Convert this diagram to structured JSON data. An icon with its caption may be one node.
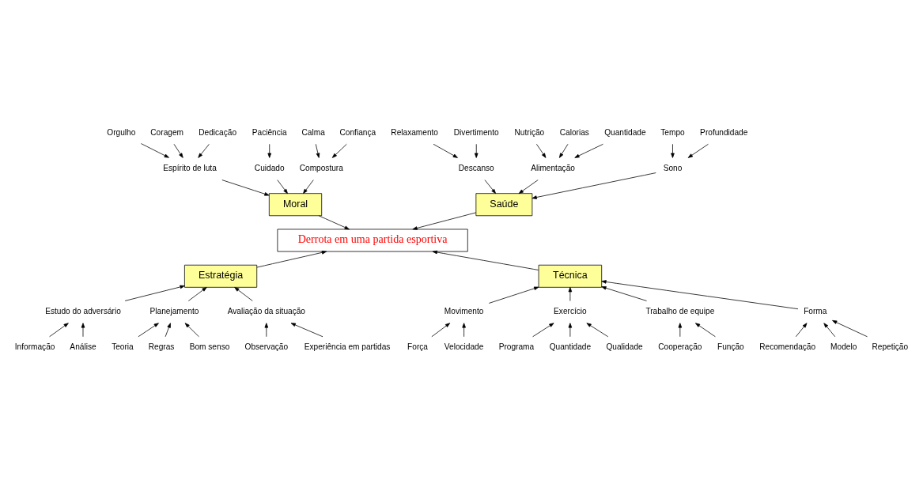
{
  "diagram": {
    "nodes": [
      {
        "text": [
          "Saúde"
        ]
      },
      {
        "text": [
          "Moral"
        ]
      },
      {
        "text": [
          "Relaxamento"
        ]
      },
      {
        "text": [
          "Descanso"
        ]
      },
      {
        "text": [
          "Divertimento"
        ]
      },
      {
        "text": [
          "Nutrição"
        ]
      },
      {
        "text": [
          "Calorias"
        ]
      },
      {
        "text": [
          "Alimentação"
        ]
      },
      {
        "text": [
          "Quantidade"
        ]
      },
      {
        "text": [
          "Tempo"
        ]
      },
      {
        "text": [
          "Sono"
        ]
      },
      {
        "text": [
          "Profundidade"
        ]
      },
      {
        "text": [
          "Orgulho"
        ]
      },
      {
        "text": [
          "Coragem"
        ]
      },
      {
        "text": [
          "Espírito de luta"
        ]
      },
      {
        "text": [
          "Dedicação"
        ]
      },
      {
        "text": [
          "Paciência"
        ]
      },
      {
        "text": [
          "Cuidado"
        ]
      },
      {
        "text": [
          "Calma"
        ]
      },
      {
        "text": [
          "Compostura"
        ]
      },
      {
        "text": [
          "Confiança"
        ]
      },
      {
        "text": [
          "Derrota em uma partida esportiva"
        ]
      },
      {
        "text": [
          "Informação"
        ]
      },
      {
        "text": [
          "Estudo do adversário"
        ]
      },
      {
        "text": [
          "Análise"
        ]
      },
      {
        "text": [
          "Teoria"
        ]
      },
      {
        "text": [
          "Planejamento"
        ]
      },
      {
        "text": [
          "Regras"
        ]
      },
      {
        "text": [
          "Bom senso"
        ]
      },
      {
        "text": [
          "Observação"
        ]
      },
      {
        "text": [
          "Avaliação da situação"
        ]
      },
      {
        "text": [
          "Experiência em partidas"
        ]
      },
      {
        "text": [
          "Estratégia"
        ]
      },
      {
        "text": [
          "Força"
        ]
      },
      {
        "text": [
          "Movimento"
        ]
      },
      {
        "text": [
          "Velocidade"
        ]
      },
      {
        "text": [
          "Programa"
        ]
      },
      {
        "text": [
          "Exercício"
        ]
      },
      {
        "text": [
          "Quantidade"
        ]
      },
      {
        "text": [
          "Qualidade"
        ]
      },
      {
        "text": [
          "Cooperação"
        ]
      },
      {
        "text": [
          "Trabalho de equipe"
        ]
      },
      {
        "text": [
          "Função"
        ]
      },
      {
        "text": [
          "Recomendação"
        ]
      },
      {
        "text": [
          "Forma"
        ]
      },
      {
        "text": [
          "Modelo"
        ]
      },
      {
        "text": [
          "Repetição"
        ]
      },
      {
        "text": [
          "Técnica"
        ]
      }
    ],
    "edges": [
      {
        "from": 0,
        "to": 21,
        "arrow": "to"
      },
      {
        "from": 1,
        "to": 21,
        "arrow": "to"
      },
      {
        "from": 32,
        "to": 21,
        "arrow": "to"
      },
      {
        "from": 47,
        "to": 21,
        "arrow": "to"
      },
      {
        "from": 2,
        "to": 3,
        "arrow": "to"
      },
      {
        "from": 4,
        "to": 3,
        "arrow": "to"
      },
      {
        "from": 3,
        "to": 0,
        "arrow": "to"
      },
      {
        "from": 5,
        "to": 7,
        "arrow": "to"
      },
      {
        "from": 6,
        "to": 7,
        "arrow": "to"
      },
      {
        "from": 8,
        "to": 7,
        "arrow": "to"
      },
      {
        "from": 7,
        "to": 0,
        "arrow": "to"
      },
      {
        "from": 9,
        "to": 10,
        "arrow": "to"
      },
      {
        "from": 11,
        "to": 10,
        "arrow": "to"
      },
      {
        "from": 10,
        "to": 0,
        "arrow": "to"
      },
      {
        "from": 12,
        "to": 14,
        "arrow": "to"
      },
      {
        "from": 13,
        "to": 14,
        "arrow": "to"
      },
      {
        "from": 15,
        "to": 14,
        "arrow": "to"
      },
      {
        "from": 14,
        "to": 1,
        "arrow": "to"
      },
      {
        "from": 16,
        "to": 17,
        "arrow": "to"
      },
      {
        "from": 17,
        "to": 1,
        "arrow": "to"
      },
      {
        "from": 18,
        "to": 19,
        "arrow": "to"
      },
      {
        "from": 20,
        "to": 19,
        "arrow": "to"
      },
      {
        "from": 19,
        "to": 1,
        "arrow": "to"
      },
      {
        "from": 22,
        "to": 23,
        "arrow": "to"
      },
      {
        "from": 24,
        "to": 23,
        "arrow": "to"
      },
      {
        "from": 23,
        "to": 32,
        "arrow": "to"
      },
      {
        "from": 25,
        "to": 26,
        "arrow": "to"
      },
      {
        "from": 27,
        "to": 26,
        "arrow": "to"
      },
      {
        "from": 28,
        "to": 26,
        "arrow": "to"
      },
      {
        "from": 26,
        "to": 32,
        "arrow": "to"
      },
      {
        "from": 29,
        "to": 30,
        "arrow": "to"
      },
      {
        "from": 31,
        "to": 30,
        "arrow": "to"
      },
      {
        "from": 30,
        "to": 32,
        "arrow": "to"
      },
      {
        "from": 33,
        "to": 34,
        "arrow": "to"
      },
      {
        "from": 35,
        "to": 34,
        "arrow": "to"
      },
      {
        "from": 34,
        "to": 47,
        "arrow": "to"
      },
      {
        "from": 36,
        "to": 37,
        "arrow": "to"
      },
      {
        "from": 38,
        "to": 37,
        "arrow": "to"
      },
      {
        "from": 39,
        "to": 37,
        "arrow": "to"
      },
      {
        "from": 37,
        "to": 47,
        "arrow": "to"
      },
      {
        "from": 40,
        "to": 41,
        "arrow": "to"
      },
      {
        "from": 42,
        "to": 41,
        "arrow": "to"
      },
      {
        "from": 41,
        "to": 47,
        "arrow": "to"
      },
      {
        "from": 43,
        "to": 44,
        "arrow": "to"
      },
      {
        "from": 45,
        "to": 44,
        "arrow": "to"
      },
      {
        "from": 46,
        "to": 44,
        "arrow": "to"
      },
      {
        "from": 44,
        "to": 47,
        "arrow": "to"
      }
    ]
  }
}
